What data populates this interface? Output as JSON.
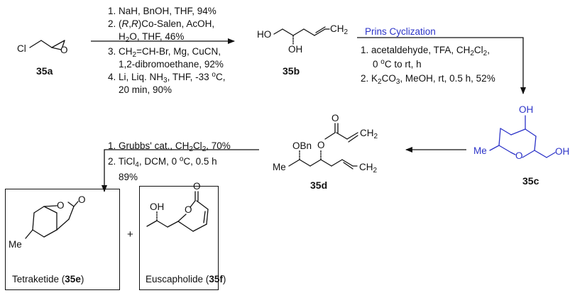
{
  "compounds": {
    "c35a": {
      "label": "35a",
      "atoms": {
        "cl": "Cl",
        "o": "O"
      }
    },
    "c35b": {
      "label": "35b",
      "atoms": {
        "ho": "HO",
        "oh": "OH",
        "ch2": "CH",
        "ch2_sub": "2"
      }
    },
    "c35c": {
      "label": "35c",
      "atoms": {
        "oh_top": "OH",
        "me": "Me",
        "o_ring": "O",
        "oh_right": "OH"
      }
    },
    "c35d": {
      "label": "35d",
      "atoms": {
        "obn": "OBn",
        "o_ester": "O",
        "o_carbonyl": "O",
        "me": "Me",
        "ch2_top": "CH",
        "ch2_top_sub": "2",
        "ch2_bottom": "CH",
        "ch2_bottom_sub": "2"
      }
    },
    "c35e": {
      "name": "Tetraketide (",
      "label": "35e",
      "name_end": ")",
      "atoms": {
        "o_ring": "O",
        "o_carbonyl": "O",
        "me": "Me"
      }
    },
    "c35f": {
      "name": "Euscapholide (",
      "label": "35f",
      "name_end": ")",
      "atoms": {
        "oh": "OH",
        "o_ring": "O",
        "o_carbonyl": "O"
      }
    }
  },
  "step1": {
    "line1": "1. NaH, BnOH, THF, 94%",
    "line2_pre": "2. (",
    "line2_r1": "R",
    "line2_mid": ",",
    "line2_r2": "R",
    "line2_post": ")Co-Salen, AcOH,",
    "line3": "H",
    "line3_sub": "2",
    "line3_post": "O, THF, 46%",
    "line4_pre": "3. CH",
    "line4_sub": "2",
    "line4_post": "=CH-Br, Mg, CuCN,",
    "line5": "1,2-dibromoethane, 92%",
    "line6_pre": "4. Li, Liq. NH",
    "line6_sub": "3",
    "line6_post": ", THF, -33 ",
    "line6_sup": "o",
    "line6_end": "C,",
    "line7": "20 min, 90%"
  },
  "step2": {
    "title": "Prins Cyclization",
    "line1_pre": "1. acetaldehyde, TFA, CH",
    "line1_sub": "2",
    "line1_mid": "Cl",
    "line1_sub2": "2",
    "line1_end": ",",
    "line2_pre": "0 ",
    "line2_sup": "o",
    "line2_post": "C to rt,  h",
    "line3_pre": "2. K",
    "line3_sub": "2",
    "line3_mid": "CO",
    "line3_sub2": "3",
    "line3_post": ", MeOH, rt, 0.5 h, 52%"
  },
  "step4": {
    "line1_pre": "1. Grubbs' cat., CH",
    "line1_sub": "2",
    "line1_mid": "Cl",
    "line1_sub2": "2",
    "line1_post": ", 70%",
    "line2_pre": "2. TiCl",
    "line2_sub": "4",
    "line2_mid": ", DCM, 0 ",
    "line2_sup": "o",
    "line2_post": "C, 0.5 h",
    "line3": "89%"
  },
  "plus": "+",
  "colors": {
    "highlight": "#2c33c8",
    "ink": "#111111"
  }
}
